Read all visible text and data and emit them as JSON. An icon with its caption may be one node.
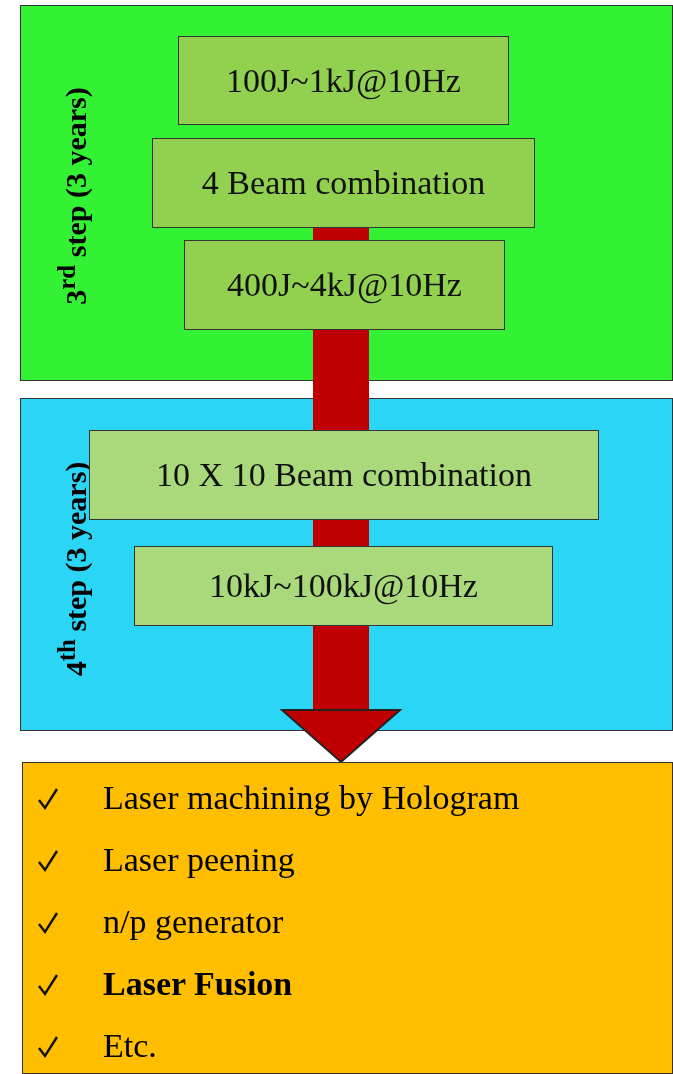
{
  "diagram": {
    "nodes": [
      {
        "text": [
          "3$^{rd}$ step (3 years)"
        ]
      },
      {
        "text": [
          "100J~1kJ@10Hz"
        ],
        "in": 0
      },
      {
        "text": [
          "4 Beam combination"
        ],
        "in": 0
      },
      {
        "text": [
          "400J~4kJ@10Hz"
        ],
        "in": 0
      },
      {
        "text": [
          "4$^{th}$ step (3 years)"
        ]
      },
      {
        "text": [
          "10 X 10 Beam combination"
        ],
        "in": 4
      },
      {
        "text": [
          "10kJ~100kJ@10Hz"
        ],
        "in": 4
      },
      {
        "text": [
          "Laser machining by Hologram",
          "Laser peening",
          "n/p generator",
          "**Laser Fusion**",
          "Etc."
        ]
      }
    ],
    "edges": [
      {
        "from": 2,
        "to": 3,
        "arrow": "none"
      },
      {
        "from": 3,
        "to": 5,
        "arrow": "none"
      },
      {
        "from": 5,
        "to": 6,
        "arrow": "none"
      },
      {
        "from": 6,
        "to": 7,
        "arrow": "to"
      }
    ]
  }
}
